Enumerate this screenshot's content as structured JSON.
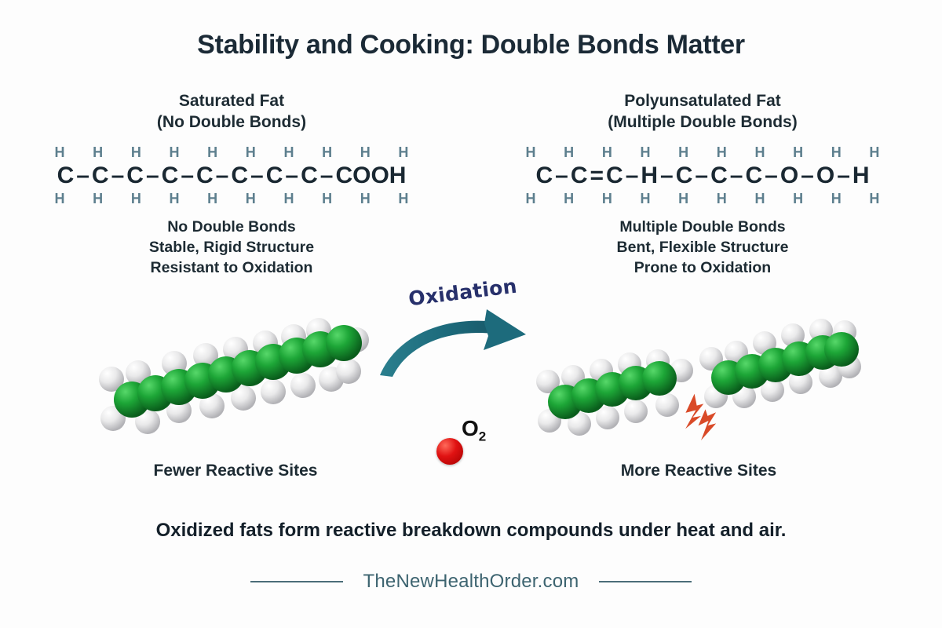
{
  "title": "Stability and Cooking: Double Bonds Matter",
  "background_color": "#fdfdfd",
  "colors": {
    "title": "#1b2a36",
    "hydrogen_letter": "#5d7f8e",
    "carbon_letter": "#1a2832",
    "arrow": "#1f6a7a",
    "oxidation_label": "#27306b",
    "carbon_sphere": "#1a9431",
    "hydrogen_sphere": "#eeeeee",
    "oxygen_sphere": "#d31010",
    "lightning_bolt": "#d94a28",
    "footer_text": "#3d6470"
  },
  "left_panel": {
    "heading_line1": "Saturated Fat",
    "heading_line2": "(No Double Bonds)",
    "hydrogens_top": [
      "H",
      "H",
      "H",
      "H",
      "H",
      "H",
      "H",
      "H",
      "H",
      "H"
    ],
    "hydrogens_bottom": [
      "H",
      "H",
      "H",
      "H",
      "H",
      "H",
      "H",
      "H",
      "H",
      "H"
    ],
    "formula": "C–C–C–C–C–C–C–C–COOH",
    "formula_tokens": [
      "C",
      "–",
      "C",
      "–",
      "C",
      "–",
      "C",
      "–",
      "C",
      "–",
      "C",
      "–",
      "C",
      "–",
      "C",
      "–",
      "COOH"
    ],
    "desc_line1": "No Double Bonds",
    "desc_line2": "Stable, Rigid Structure",
    "desc_line3": "Resistant to Oxidation",
    "caption": "Fewer Reactive Sites",
    "molecule_name": "saturated-fat-chain-model"
  },
  "right_panel": {
    "heading_line1": "Polyunsatulated Fat",
    "heading_line2": "(Multiple Double Bonds)",
    "hydrogens_top": [
      "H",
      "H",
      "H",
      "H",
      "H",
      "H",
      "H",
      "H",
      "H",
      "H"
    ],
    "hydrogens_bottom": [
      "H",
      "H",
      "H",
      "H",
      "H",
      "H",
      "H",
      "H",
      "H",
      "H"
    ],
    "formula": "C–C=C–H–C–C–C–O–O–H",
    "formula_tokens": [
      "C",
      "–",
      "C",
      "=",
      "C",
      "–",
      "H",
      "–",
      "C",
      "–",
      "C",
      "–",
      "C",
      "–",
      "O",
      "–",
      "O",
      "–",
      "H"
    ],
    "desc_line1": "Multiple Double Bonds",
    "desc_line2": "Bent, Flexible Structure",
    "desc_line3": "Prone to Oxidation",
    "caption": "More Reactive Sites",
    "molecule_name": "broken-fat-fragments-model"
  },
  "center": {
    "oxidation_label": "Oxidation",
    "arrow_name": "oxidation-curved-arrow",
    "o2_label": "O",
    "o2_subscript": "2"
  },
  "statement": "Oxidized fats form reactive breakdown compounds under heat and air.",
  "footer": {
    "brand": "TheNewHealthOrder.com"
  }
}
